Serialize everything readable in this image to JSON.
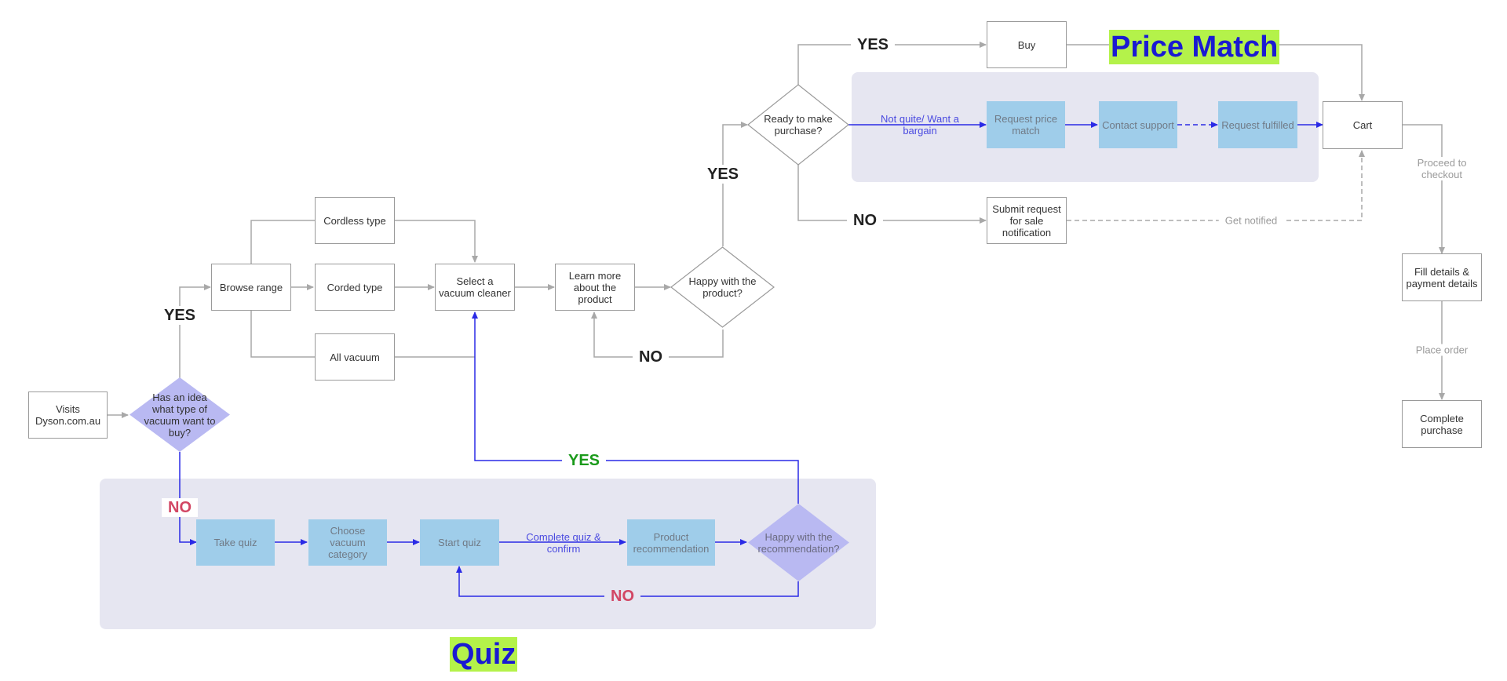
{
  "titles": {
    "price_match": "Price Match",
    "quiz": "Quiz"
  },
  "nodes": {
    "visits": "Visits Dyson.com.au",
    "has_idea": "Has an idea what type of vacuum want to buy?",
    "browse_range": "Browse range",
    "cordless": "Cordless type",
    "corded": "Corded type",
    "all_vacuum": "All vacuum",
    "select_vacuum": "Select a vacuum cleaner",
    "learn_more": "Learn more about the product",
    "happy_product": "Happy with the product?",
    "ready_purchase": "Ready to make purchase?",
    "buy": "Buy",
    "request_price_match": "Request price match",
    "contact_support": "Contact support",
    "request_fulfilled": "Request fulfilled",
    "cart": "Cart",
    "submit_request": "Submit request for sale notification",
    "fill_details": "Fill details & payment details",
    "complete_purchase": "Complete purchase",
    "take_quiz": "Take quiz",
    "choose_category": "Choose vacuum category",
    "start_quiz": "Start quiz",
    "product_recommendation": "Product recommendation",
    "happy_recommendation": "Happy with the recommendation?"
  },
  "labels": {
    "yes_browse": "YES",
    "no_quiz": "NO",
    "no_learn": "NO",
    "yes_ready": "YES",
    "yes_buy": "YES",
    "no_submit": "NO",
    "not_quite": "Not quite/ Want a bargain",
    "get_notified": "Get notified",
    "proceed_checkout": "Proceed to checkout",
    "place_order": "Place order",
    "complete_quiz": "Complete quiz & confirm",
    "yes_recommend": "YES",
    "no_recommend": "NO"
  },
  "colors": {
    "grey_line": "#a8a8a8",
    "blue_line": "#2a2ae6",
    "region": "#e6e6f1",
    "blue_node": "#9fcdea",
    "diamond_purple": "#b9b9f2",
    "title_bg": "#b4f24a",
    "title_text": "#1a1ad2"
  }
}
